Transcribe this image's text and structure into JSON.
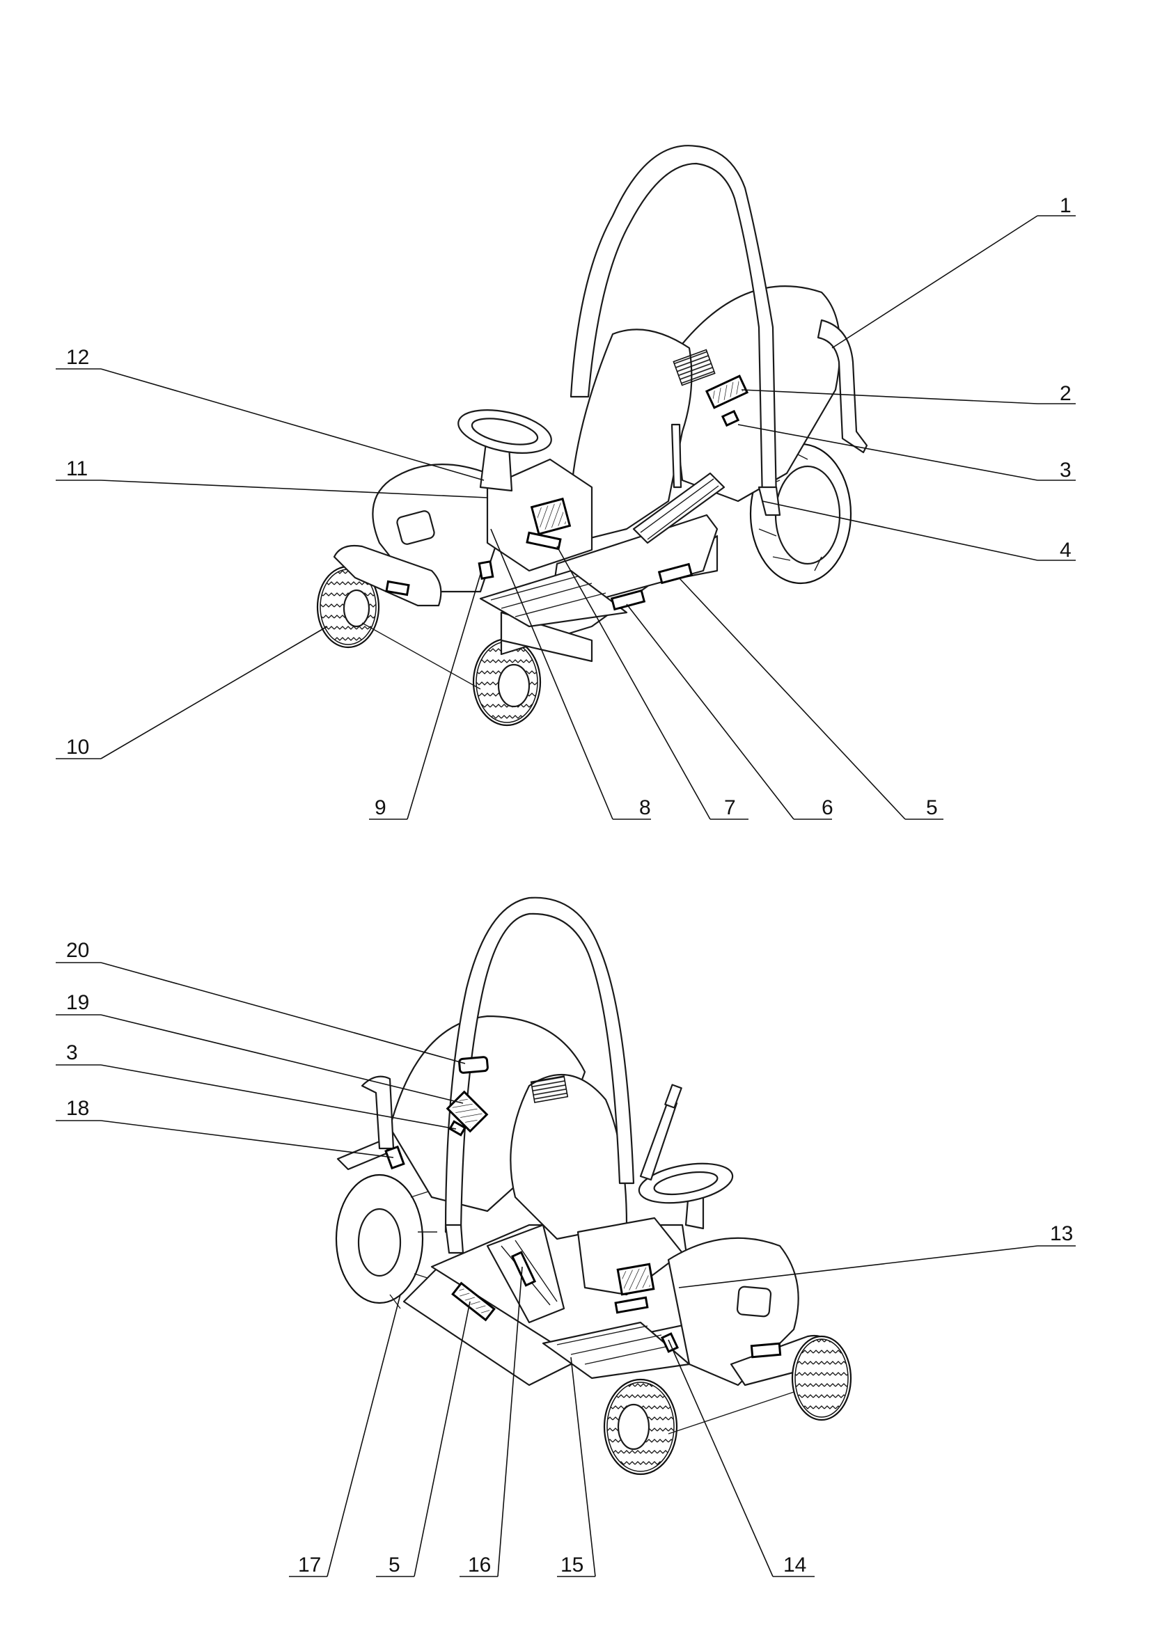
{
  "top_view": {
    "callouts": [
      "1",
      "2",
      "3",
      "4",
      "5",
      "6",
      "7",
      "8",
      "9",
      "10",
      "11",
      "12"
    ]
  },
  "bottom_view": {
    "callouts": [
      "20",
      "19",
      "3",
      "18",
      "13",
      "17",
      "5",
      "16",
      "15",
      "14"
    ]
  }
}
